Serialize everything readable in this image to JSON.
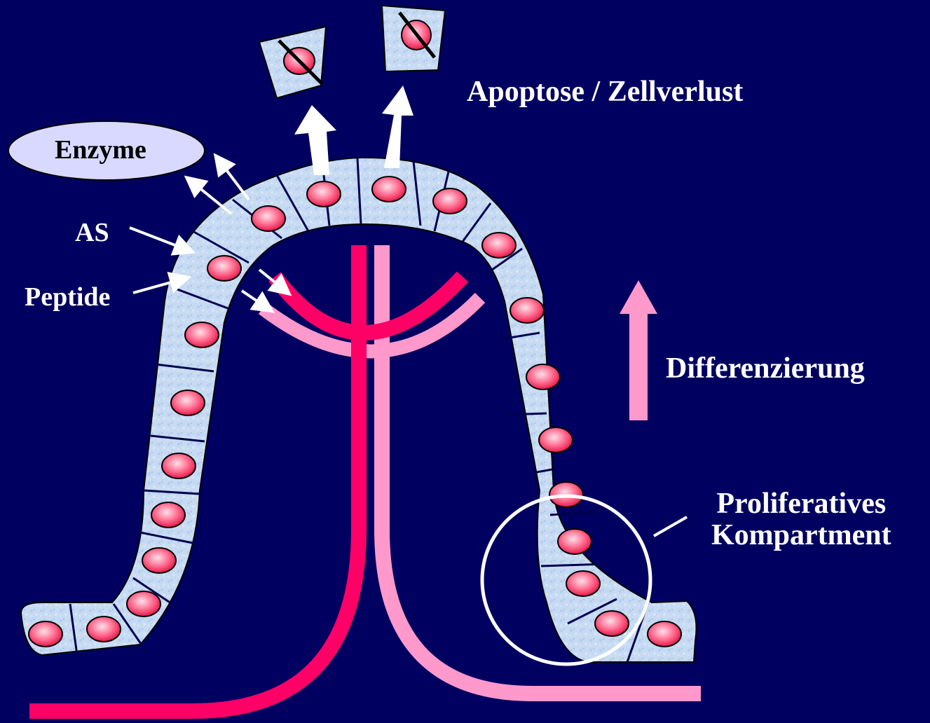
{
  "labels": {
    "apoptose": "Apoptose / Zellverlust",
    "enzyme": "Enzyme",
    "as": "AS",
    "peptide": "Peptide",
    "differenzierung": "Differenzierung",
    "proliferatives_line1": "Proliferatives",
    "proliferatives_line2": "Kompartment"
  },
  "colors": {
    "background": "#000060",
    "epithelium": "#c8dcf4",
    "nucleus": "#ff3366",
    "artery": "#ff0066",
    "vein": "#ff99cc",
    "enzyme_bubble": "#d9d9ff",
    "arrow_white": "#ffffff",
    "arrow_pink": "#ff99cc"
  }
}
